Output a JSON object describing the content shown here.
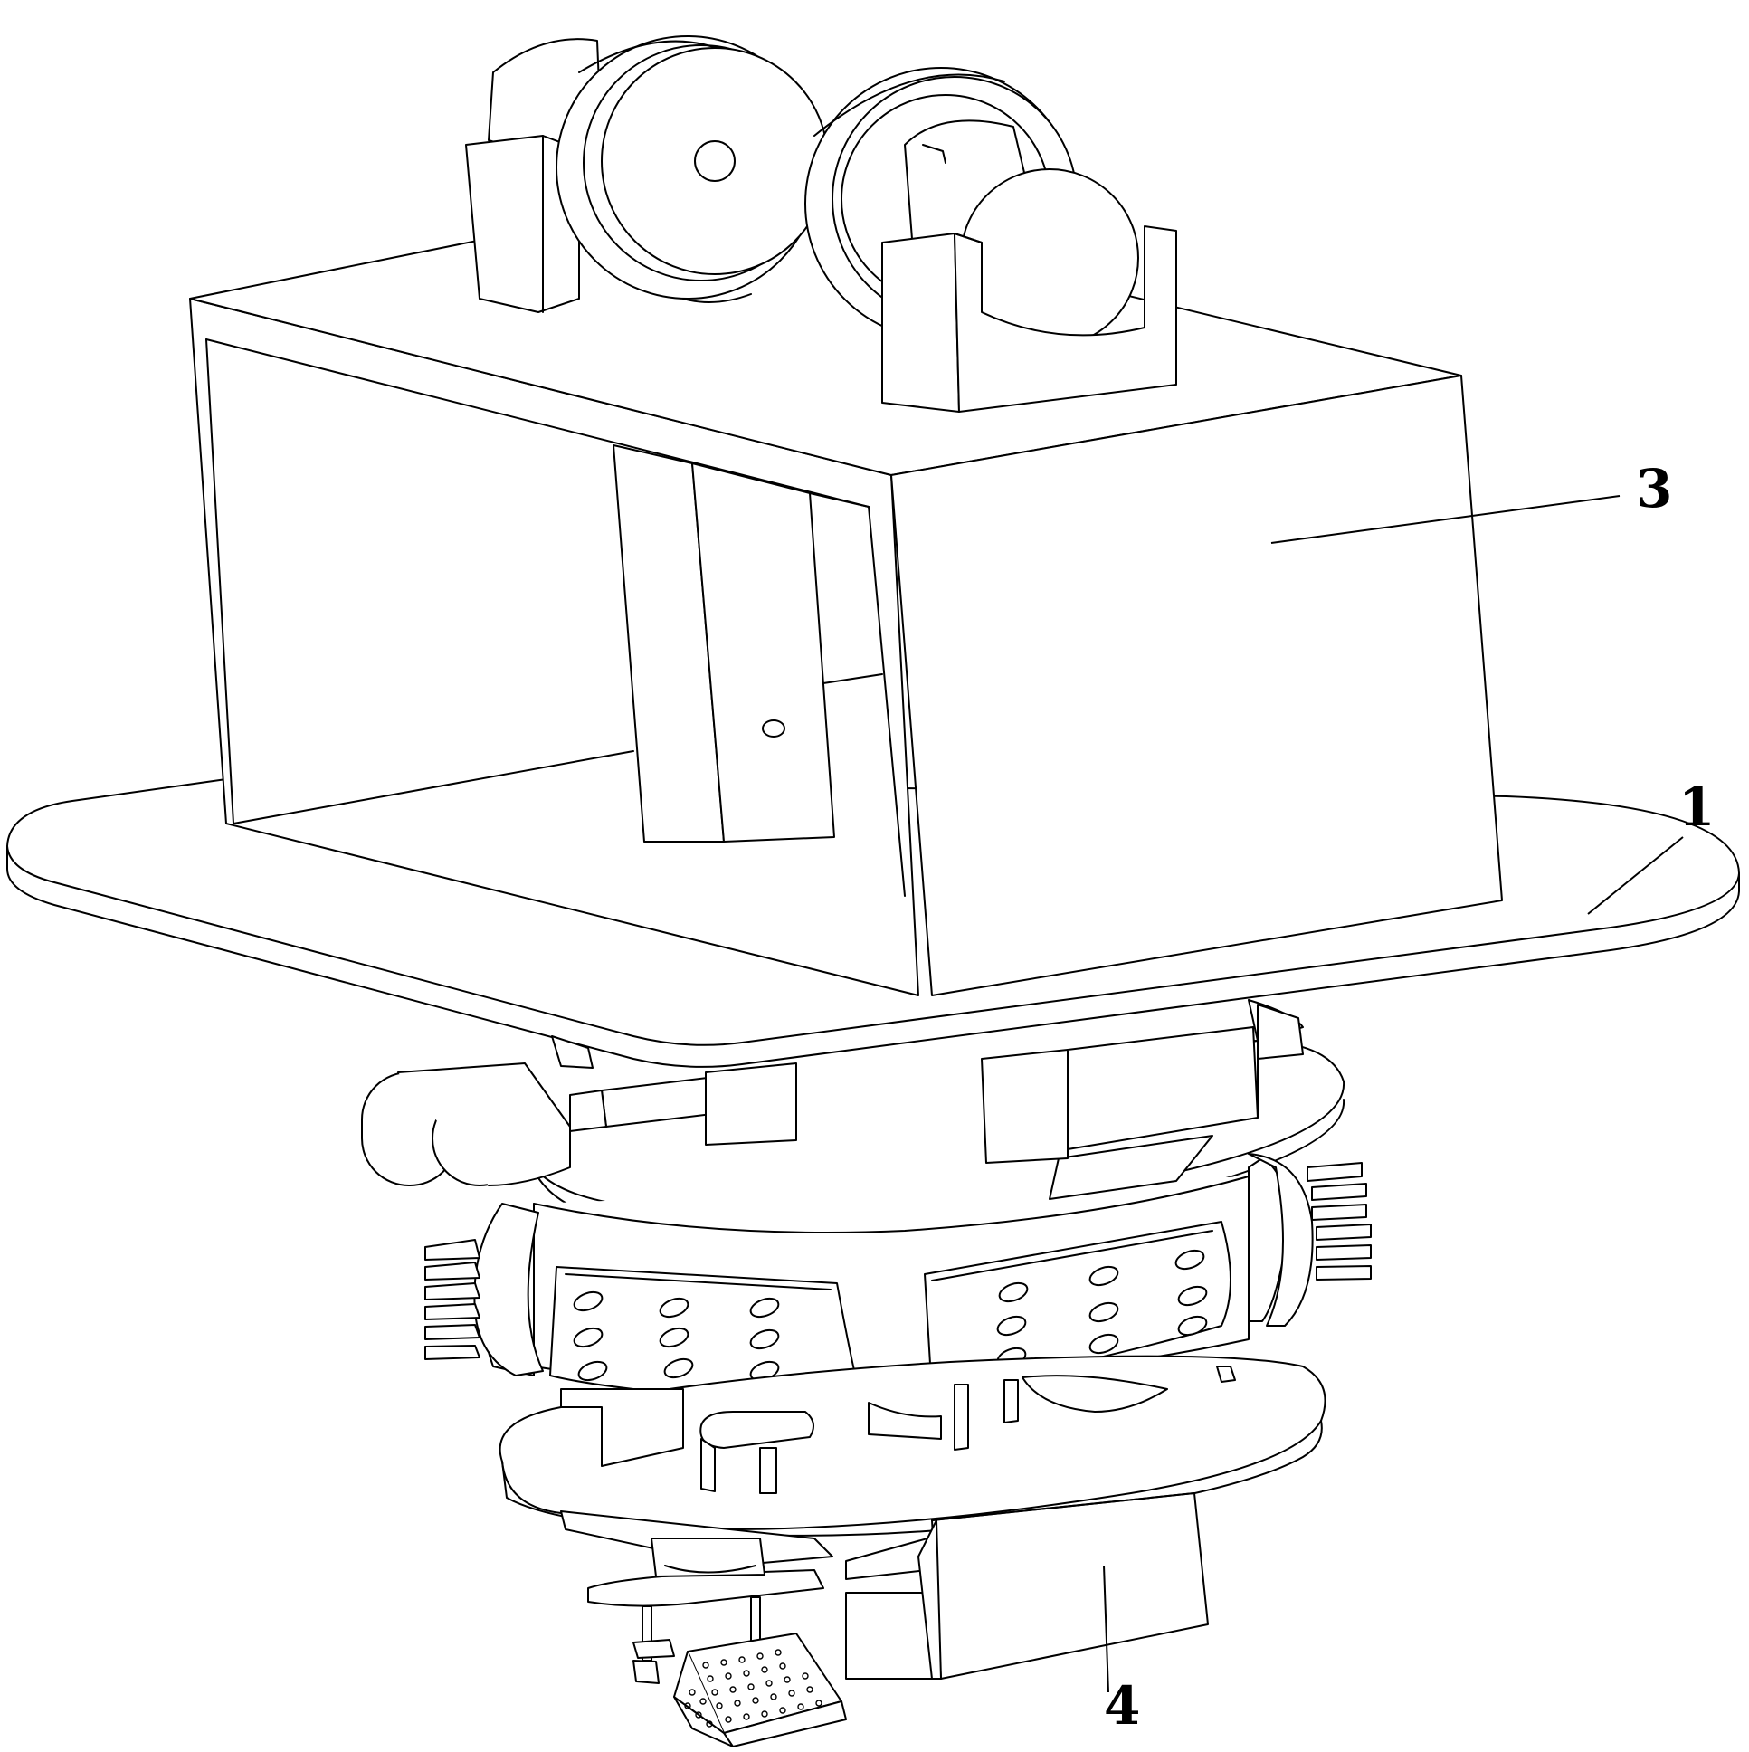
{
  "callouts": {
    "c1": "1",
    "c3": "3",
    "c4": "4"
  },
  "colors": {
    "line": "#000000",
    "background": "#ffffff"
  }
}
